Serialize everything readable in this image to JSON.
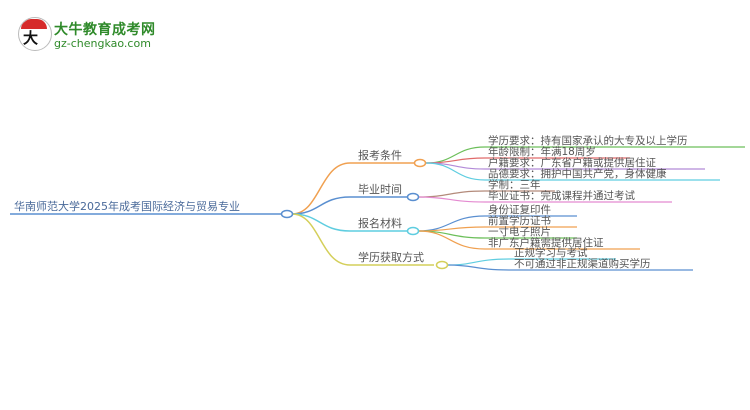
{
  "logo": {
    "badge_glyph": "大牛",
    "title": "大牛教育成考网",
    "url": "gz-chengkao.com"
  },
  "mindmap": {
    "root": "华南师范大学2025年成考国际经济与贸易专业",
    "branches": [
      {
        "label": "报考条件",
        "color": "#f0a050",
        "children": [
          {
            "label": "学历要求：持有国家承认的大专及以上学历",
            "color": "#6cbf5a"
          },
          {
            "label": "年龄限制：年满18周岁",
            "color": "#e06a6a"
          },
          {
            "label": "户籍要求：广东省户籍或提供居住证",
            "color": "#b28ad8"
          },
          {
            "label": "品德要求：拥护中国共产党，身体健康",
            "color": "#5fcde0"
          }
        ]
      },
      {
        "label": "毕业时间",
        "color": "#5a8fd0",
        "children": [
          {
            "label": "学制：三年",
            "color": "#b38a7a"
          },
          {
            "label": "毕业证书：完成课程并通过考试",
            "color": "#e48ad0"
          }
        ]
      },
      {
        "label": "报名材料",
        "color": "#5fcde0",
        "children": [
          {
            "label": "身份证复印件",
            "color": "#5a8fd0"
          },
          {
            "label": "前置学历证书",
            "color": "#f0a050"
          },
          {
            "label": "一寸电子照片",
            "color": "#6cbf5a"
          },
          {
            "label": "非广东户籍需提供居住证",
            "color": "#f0a050"
          }
        ]
      },
      {
        "label": "学历获取方式",
        "color": "#d4cf5a",
        "children": [
          {
            "label": "正规学习与考试",
            "color": "#5fcde0"
          },
          {
            "label": "不可通过非正规渠道购买学历",
            "color": "#5a8fd0"
          }
        ]
      }
    ]
  }
}
